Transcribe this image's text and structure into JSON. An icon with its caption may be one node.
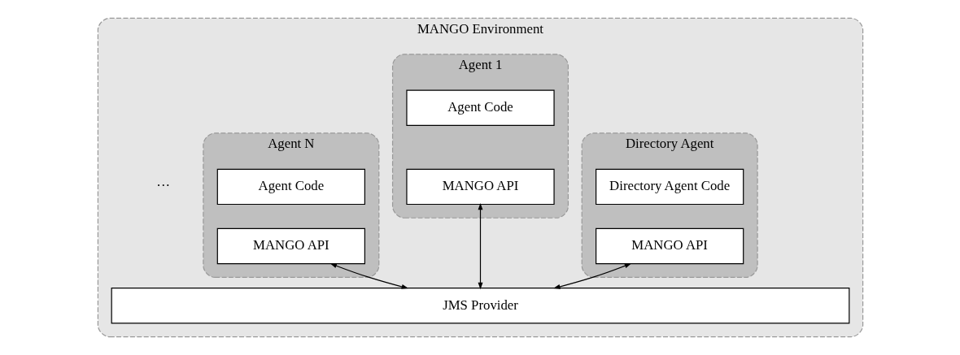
{
  "diagram": {
    "nodes": [
      {
        "text": [
          "MANGO Environment"
        ]
      },
      {
        "text": [
          "Directory Agent"
        ],
        "in": 0
      },
      {
        "text": [
          "Directory Agent Code"
        ],
        "in": 1
      },
      {
        "text": [
          "MANGO API"
        ],
        "in": 1
      },
      {
        "text": [
          "Agent 1"
        ],
        "in": 0
      },
      {
        "text": [
          "Agent Code"
        ],
        "in": 4
      },
      {
        "text": [
          "MANGO API"
        ],
        "in": 4
      },
      {
        "text": [
          "Agent N"
        ],
        "in": 0
      },
      {
        "text": [
          "Agent Code"
        ],
        "in": 7
      },
      {
        "text": [
          "MANGO API"
        ],
        "in": 7
      },
      {
        "text": [
          "JMS Provider"
        ],
        "in": 0
      }
    ],
    "edges": [
      {
        "from": 3,
        "to": 10,
        "arrow": "both"
      },
      {
        "from": 6,
        "to": 10,
        "arrow": "both"
      },
      {
        "from": 9,
        "to": 10,
        "arrow": "both"
      }
    ],
    "labels": [
      "···"
    ]
  }
}
